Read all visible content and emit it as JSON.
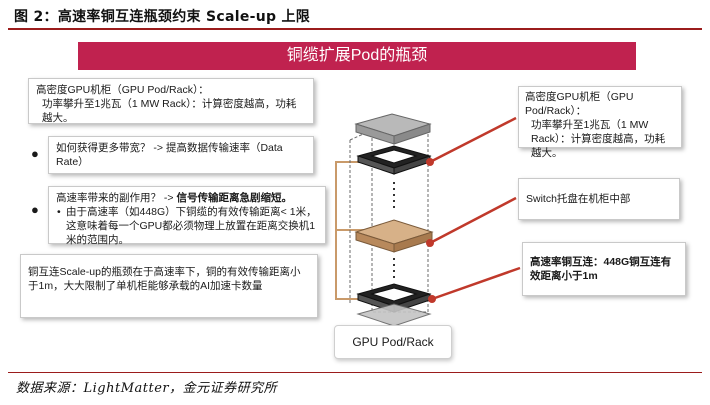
{
  "figure": {
    "title": "图 2：高速率铜互连瓶颈约束 Scale-up 上限",
    "source": "数据来源：LightMatter，金元证券研究所"
  },
  "banner": {
    "title": "铜缆扩展Pod的瓶颈"
  },
  "left_boxes": {
    "box1": {
      "line1": "高密度GPU机柜（GPU Pod/Rack）：",
      "line2": "功率攀升至1兆瓦（1 MW Rack）：计算密度越高，功耗越大。"
    },
    "box2": {
      "text": "如何获得更多带宽？ -> 提高数据传输速率（Data Rate）"
    },
    "box3": {
      "lead": "高速率带来的副作用？ -> ",
      "lead_bold": "信号传输距离急剧缩短。",
      "sub": "由于高速率（如448G）下铜缆的有效传输距离< 1米，这意味着每一个GPU都必须物理上放置在距离交换机1米的范围内。"
    },
    "box4": {
      "text": "铜互连Scale-up的瓶颈在于高速率下，铜的有效传输距离小于1m，大大限制了单机柜能够承载的AI加速卡数量"
    }
  },
  "bullets": [
    "●",
    "●"
  ],
  "right_boxes": {
    "rack_power": {
      "line1": "高密度GPU机柜（GPU Pod/Rack）：",
      "line2": "功率攀升至1兆瓦（1 MW Rack）：计算密度越高，功耗越大。"
    },
    "switch": {
      "text": "Switch托盘在机柜中部"
    },
    "copper": {
      "text": "高速率铜互连：448G铜互连有效距离小于1m"
    }
  },
  "rack": {
    "label": "GPU Pod/Rack"
  },
  "colors": {
    "accent": "#c0224f",
    "rule": "#9b1c1c",
    "tray_orange": "#c99a6a",
    "connector_red": "#c0392b"
  }
}
